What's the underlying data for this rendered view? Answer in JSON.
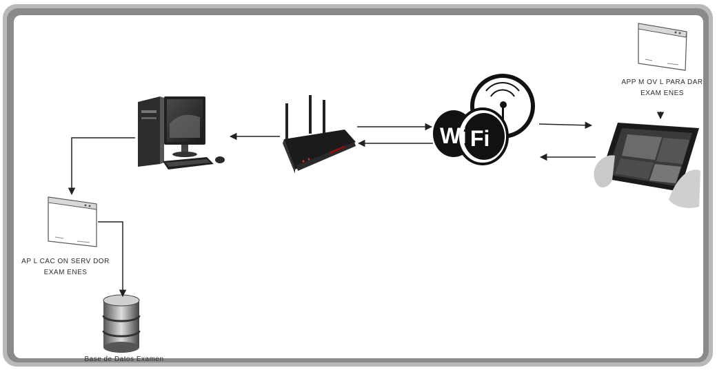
{
  "labels": {
    "app_movil_line1": "APP M OV L PARA DAR",
    "app_movil_line2": "EXAM ENES",
    "app_servidor_line1": "AP L CAC ON SERV DOR",
    "app_servidor_line2": "EXAM ENES",
    "database": "Base de Datos Examen",
    "wifi_wi": "Wi",
    "wifi_fi": "Fi"
  },
  "colors": {
    "frame_outer": "#6f6f6f",
    "frame_inner": "#bdbdbd",
    "wifi_dark": "#111111",
    "wifi_text": "#ffffff"
  },
  "icons": [
    "window-icon",
    "desktop-computer-icon",
    "router-icon",
    "wifi-logo-icon",
    "tablet-icon",
    "database-icon"
  ]
}
